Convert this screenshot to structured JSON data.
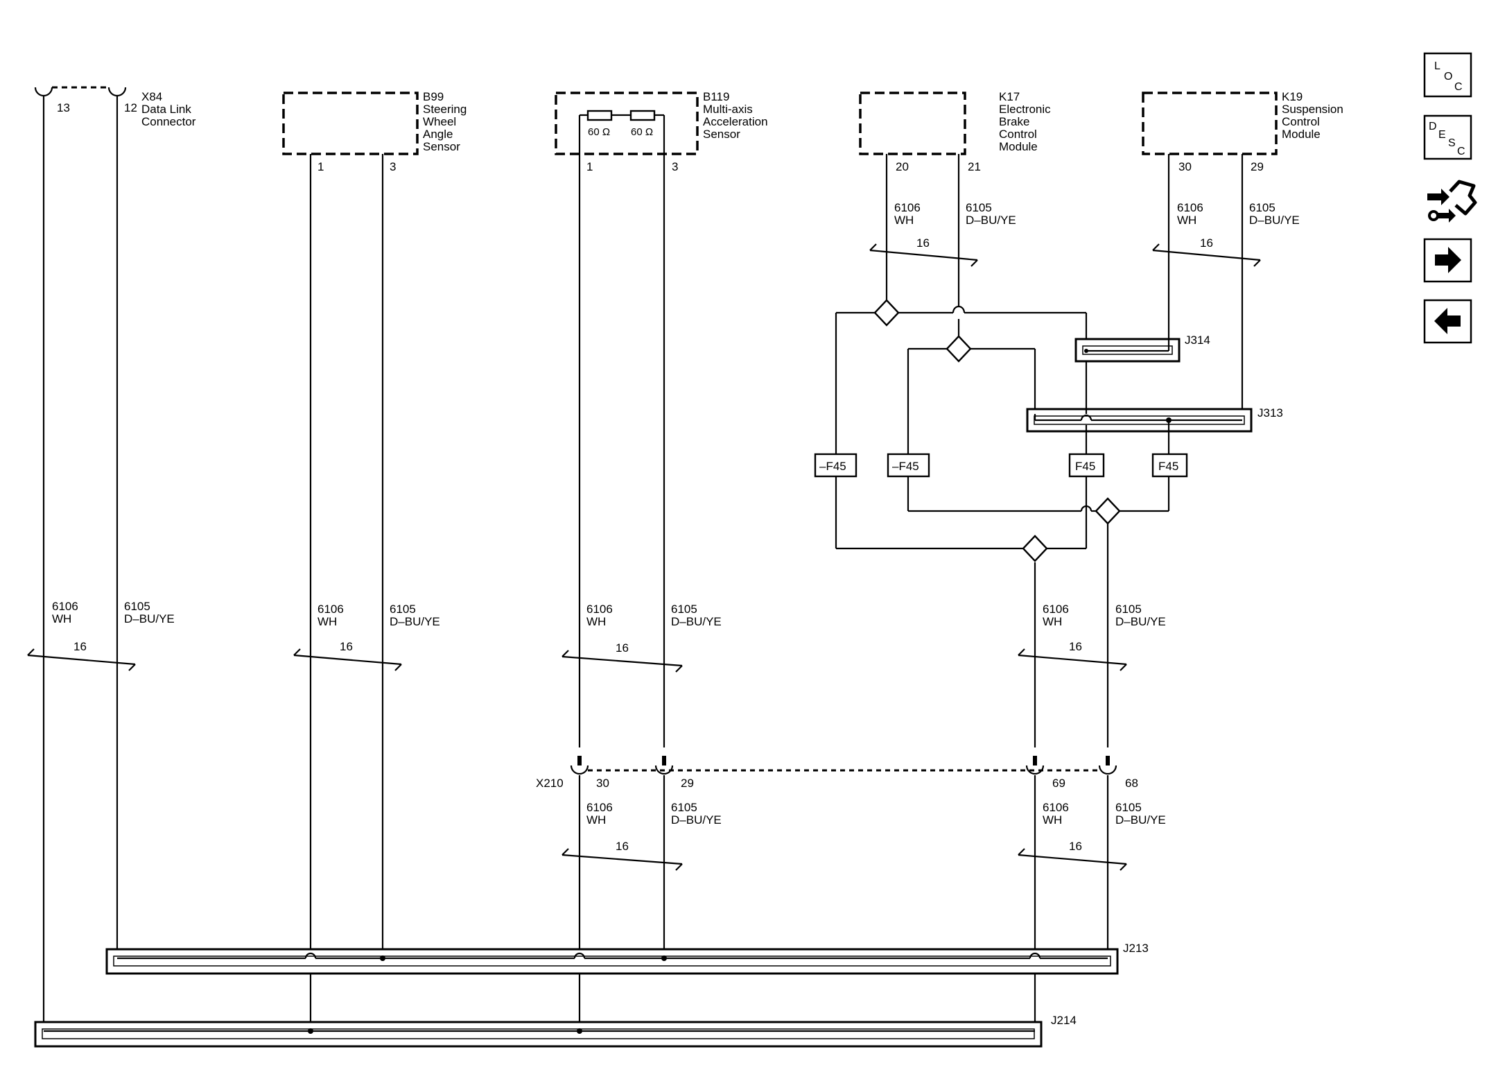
{
  "components": {
    "x84": {
      "id": "X84",
      "l1": "Data Link",
      "l2": "Connector",
      "pins": [
        "13",
        "12"
      ]
    },
    "b99": {
      "id": "B99",
      "l1": "Steering",
      "l2": "Wheel",
      "l3": "Angle",
      "l4": "Sensor",
      "pins": [
        "1",
        "3"
      ]
    },
    "b119": {
      "id": "B119",
      "l1": "Multi-axis",
      "l2": "Acceleration",
      "l3": "Sensor",
      "res1": "60 Ω",
      "res2": "60 Ω",
      "pins": [
        "1",
        "3"
      ]
    },
    "k17": {
      "id": "K17",
      "l1": "Electronic",
      "l2": "Brake",
      "l3": "Control",
      "l4": "Module",
      "pins": [
        "20",
        "21"
      ]
    },
    "k19": {
      "id": "K19",
      "l1": "Suspension",
      "l2": "Control",
      "l3": "Module",
      "pins": [
        "30",
        "29"
      ]
    },
    "x210": {
      "id": "X210",
      "pins": [
        "30",
        "29",
        "69",
        "68"
      ]
    }
  },
  "wires": {
    "wh_circuit": "6106",
    "wh_color": "WH",
    "bu_circuit": "6105",
    "bu_color": "D–BU/YE",
    "gauge": "16"
  },
  "splice_packs": [
    "J314",
    "J313",
    "J213",
    "J214"
  ],
  "fuse_markers": [
    "–F45",
    "–F45",
    "F45",
    "F45"
  ],
  "nav": {
    "loc": [
      "L",
      "O",
      "C"
    ],
    "desc": [
      "D",
      "E",
      "S",
      "C"
    ],
    "icons": [
      "connector-icon",
      "right-arrow-icon",
      "left-arrow-icon"
    ]
  }
}
